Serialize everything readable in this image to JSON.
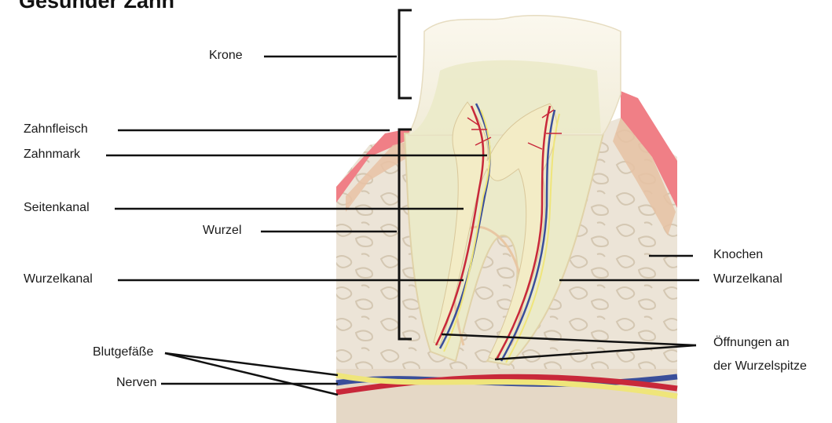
{
  "title": "Gesunder Zahn",
  "labels": {
    "krone": "Krone",
    "zahnfleisch": "Zahnfleisch",
    "zahnmark": "Zahnmark",
    "seitenkanal": "Seitenkanal",
    "wurzel": "Wurzel",
    "wurzelkanal_left": "Wurzelkanal",
    "blutgefaesse": "Blutgefäße",
    "nerven": "Nerven",
    "knochen": "Knochen",
    "wurzelkanal_right": "Wurzelkanal",
    "oeffnungen_line1": "Öffnungen an",
    "oeffnungen_line2": "der Wurzelspitze"
  },
  "colors": {
    "gum": "#f07f86",
    "bone": "#e6dccd",
    "enamel": "#f6f2e2",
    "dentin": "#ebeac9",
    "pulp_vessels_red": "#c8283a",
    "pulp_vessels_blue": "#3a4e9a",
    "nerve_yellow": "#efe57a"
  }
}
